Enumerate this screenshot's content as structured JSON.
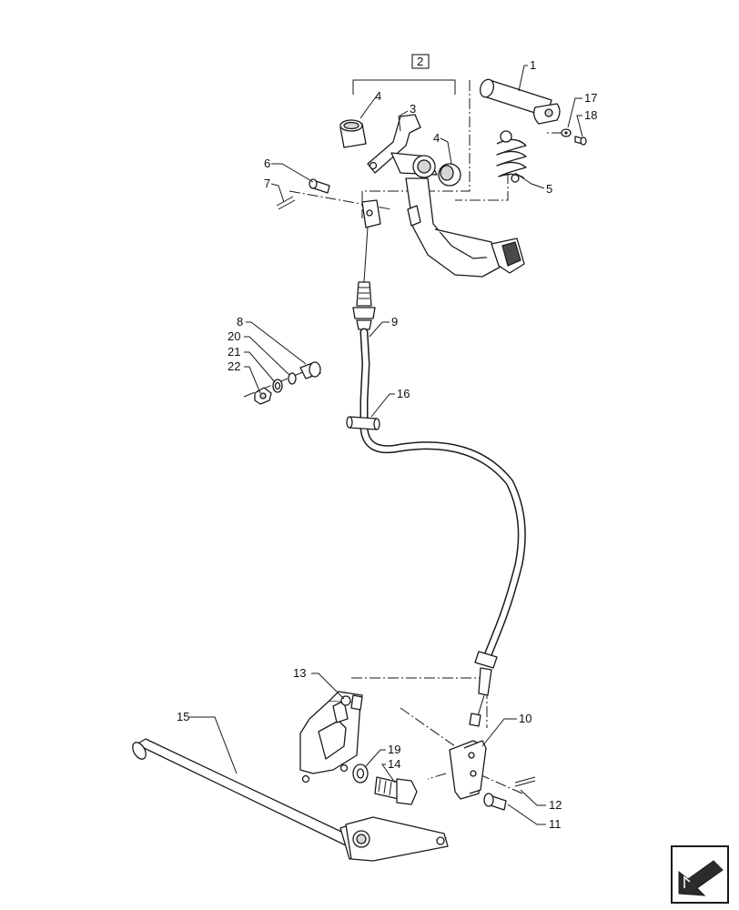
{
  "labels": {
    "l1": "1",
    "l2": "2",
    "l3": "3",
    "l4a": "4",
    "l4b": "4",
    "l5": "5",
    "l6": "6",
    "l7": "7",
    "l8": "8",
    "l9": "9",
    "l10": "10",
    "l11": "11",
    "l12": "12",
    "l13": "13",
    "l14": "14",
    "l15": "15",
    "l16": "16",
    "l17": "17",
    "l18": "18",
    "l19": "19",
    "l20": "20",
    "l21": "21",
    "l22": "22"
  },
  "nav": {
    "icon": "next-page-arrow-icon"
  }
}
